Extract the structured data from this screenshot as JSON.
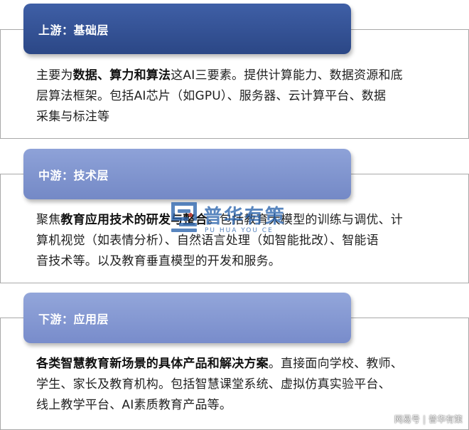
{
  "sections": [
    {
      "title": "上游：基础层",
      "lines": [
        [
          {
            "t": "主要为"
          },
          {
            "t": "数据、算力和算法",
            "b": true
          },
          {
            "t": "这AI三要素。提供计算能力、数据资源和底"
          }
        ],
        [
          {
            "t": "层算法框架。包括AI芯片（如GPU）、服务器、云计算平台、数据"
          }
        ],
        [
          {
            "t": "采集与标注等"
          }
        ]
      ]
    },
    {
      "title": "中游：技术层",
      "lines": [
        [
          {
            "t": "聚焦"
          },
          {
            "t": "教育应用技术的研发与整合",
            "b": true
          },
          {
            "t": "。包括教育大模型的训练与调优、计"
          }
        ],
        [
          {
            "t": "算机视觉（如表情分析）、自然语言处理（如智能批改）、智能语"
          }
        ],
        [
          {
            "t": "音技术等。以及教育垂直模型的开发和服务。"
          }
        ]
      ]
    },
    {
      "title": "下游：应用层",
      "lines": [
        [
          {
            "t": "各类智慧教育新场景的具体产品和解决方案",
            "b": true
          },
          {
            "t": "。直接面向学校、教师、"
          }
        ],
        [
          {
            "t": "学生、家长及教育机构。包括智慧课堂系统、虚拟仿真实验平台、"
          }
        ],
        [
          {
            "t": "线上教学平台、AI素质教育产品等。"
          }
        ]
      ]
    }
  ],
  "colors": {
    "tab_upstream": "#2f4d8f",
    "tab_midstream": "#7f95cf",
    "tab_downstream": "#8397d1",
    "panel_border": "#a9a9a9",
    "watermark": "#2a63ad"
  },
  "watermark": {
    "text": "普华有策",
    "subtext": "PU HUA YOU CE"
  },
  "footer": {
    "source": "网易号",
    "separator": "|",
    "author": "普华有策"
  }
}
